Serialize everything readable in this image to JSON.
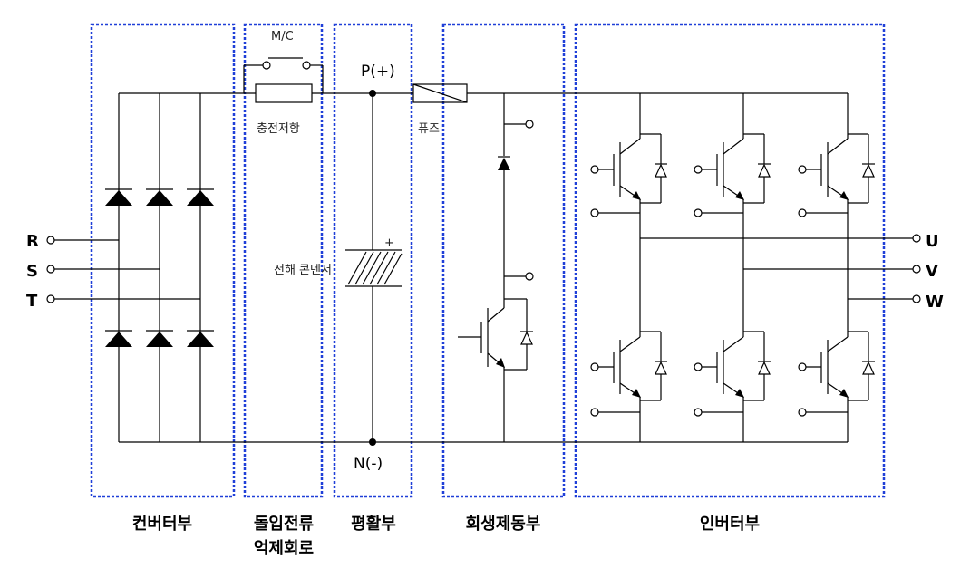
{
  "labels": {
    "mc": "M/C",
    "charge_resistor": "충전저항",
    "p_node": "P(+)",
    "n_node": "N(-)",
    "fuse": "퓨즈",
    "capacitor": "전해 콘덴서",
    "cap_plus": "+"
  },
  "inputs": [
    "R",
    "S",
    "T"
  ],
  "outputs": [
    "U",
    "V",
    "W"
  ],
  "sections": {
    "converter": "컨버터부",
    "inrush_line1": "돌입전류",
    "inrush_line2": "억제회로",
    "smoothing": "평활부",
    "regen": "회생제동부",
    "inverter": "인버터부"
  },
  "colors": {
    "section_box": "#1f3fd8",
    "wire": "#000000"
  }
}
